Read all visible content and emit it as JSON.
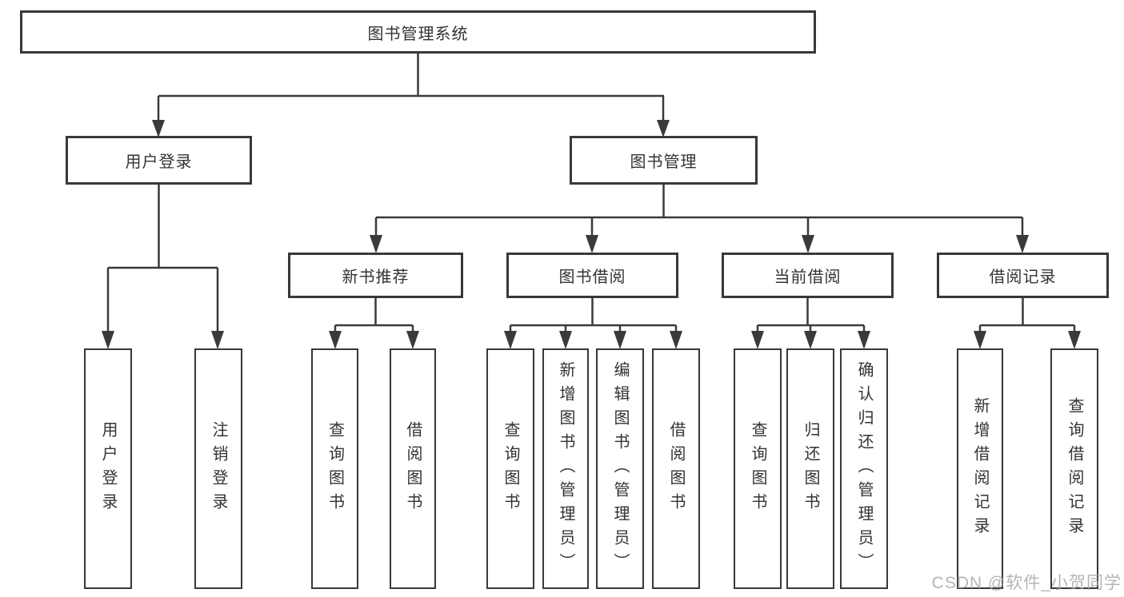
{
  "tree": {
    "root": {
      "label": "图书管理系统"
    },
    "level2": [
      {
        "label": "用户登录",
        "children": [
          {
            "label": "用户登录"
          },
          {
            "label": "注销登录"
          }
        ]
      },
      {
        "label": "图书管理",
        "groups": [
          {
            "label": "新书推荐",
            "children": [
              {
                "label": "查询图书"
              },
              {
                "label": "借阅图书"
              }
            ]
          },
          {
            "label": "图书借阅",
            "children": [
              {
                "label": "查询图书"
              },
              {
                "label": "新增图书（管理员）"
              },
              {
                "label": "编辑图书（管理员）"
              },
              {
                "label": "借阅图书"
              }
            ]
          },
          {
            "label": "当前借阅",
            "children": [
              {
                "label": "查询图书"
              },
              {
                "label": "归还图书"
              },
              {
                "label": "确认归还（管理员）"
              }
            ]
          },
          {
            "label": "借阅记录",
            "children": [
              {
                "label": "新增借阅记录"
              },
              {
                "label": "查询借阅记录"
              }
            ]
          }
        ]
      }
    ]
  },
  "watermark": {
    "text": "CSDN @软件_小贺同学"
  },
  "colors": {
    "line": "#3a3a3a",
    "box_border": "#383838",
    "text": "#333333",
    "watermark": "#a8a8a8",
    "background": "#ffffff"
  }
}
